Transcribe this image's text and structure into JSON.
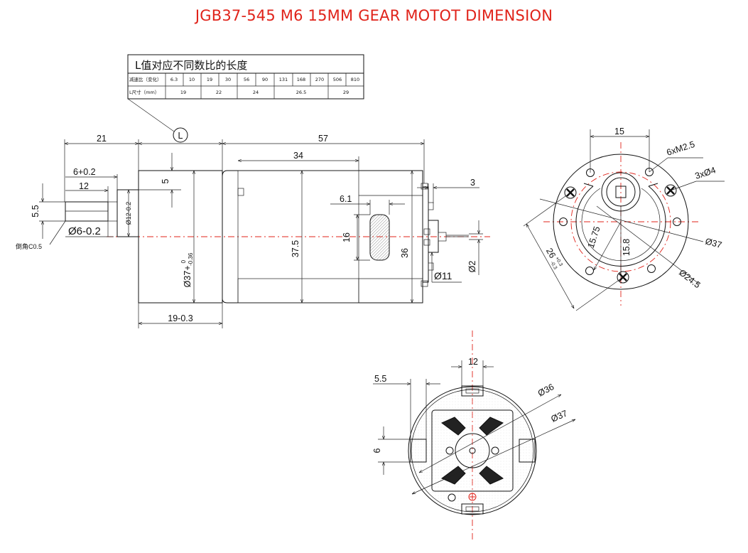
{
  "title": "JGB37-545 M6 15MM GEAR MOTOT DIMENSION",
  "l_table": {
    "heading": "L值对应不同数比的长度",
    "ratio_label": "减速比（变化）",
    "length_label": "L尺寸（mm）",
    "ratios": [
      "6.3",
      "10",
      "19",
      "30",
      "56",
      "90",
      "131",
      "168",
      "270",
      "506",
      "810"
    ],
    "lengths": [
      "19",
      "22",
      "24",
      "26.5",
      "29"
    ],
    "marker": "L"
  },
  "side_view": {
    "d21": "21",
    "d57": "57",
    "d34": "34",
    "d6p02": "6+0.2",
    "d12": "12",
    "d5": "5",
    "d55": "5.5",
    "dia6": "Ø6-0.2",
    "chamfer": "倒角C0.5",
    "dia12": "Ø12-0.2",
    "dia37": "Ø37+",
    "dia37_tol_top": "0",
    "dia37_tol_bot": "-0.36",
    "d375": "37.5",
    "d61": "6.1",
    "d16": "16",
    "d36": "36",
    "d3": "3",
    "dia2": "Ø2",
    "dia11": "Ø11",
    "d19": "19-0.3"
  },
  "front_view": {
    "d15": "15",
    "m25": "6xM2.5",
    "holes": "3xØ4",
    "d1575": "15.75",
    "d158": "15.8",
    "dia37": "Ø37",
    "dia245": "Ø24.5",
    "d26": "26",
    "d26_tol_top": "+0.3",
    "d26_tol_bot": "-0.3"
  },
  "rear_view": {
    "d12": "12",
    "d55": "5.5",
    "dia36": "Ø36",
    "dia37": "Ø37",
    "d6": "6"
  }
}
